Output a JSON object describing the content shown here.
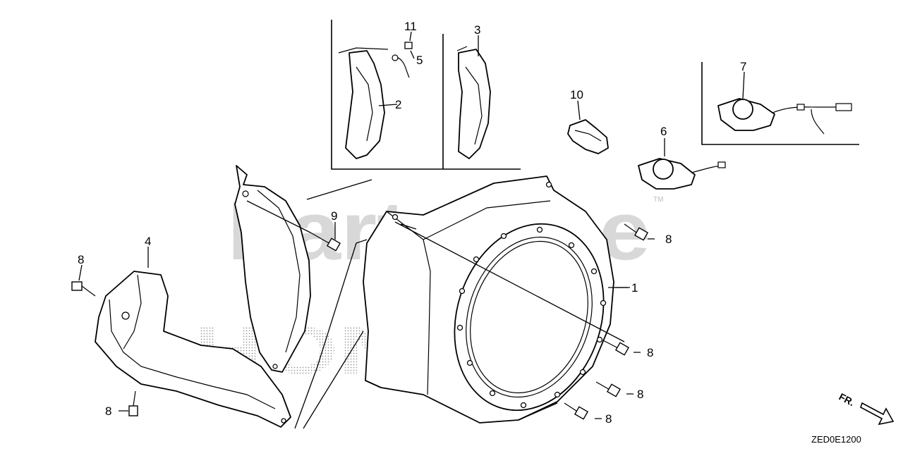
{
  "diagram": {
    "callouts": [
      "1",
      "2",
      "3",
      "4",
      "5",
      "6",
      "7",
      "8",
      "9",
      "10",
      "11"
    ],
    "diagram_code": "ZED0E1200",
    "direction_label": "FR.",
    "watermark": "PartsTree",
    "brand_watermark": "HONDA",
    "trademark": "TM"
  }
}
